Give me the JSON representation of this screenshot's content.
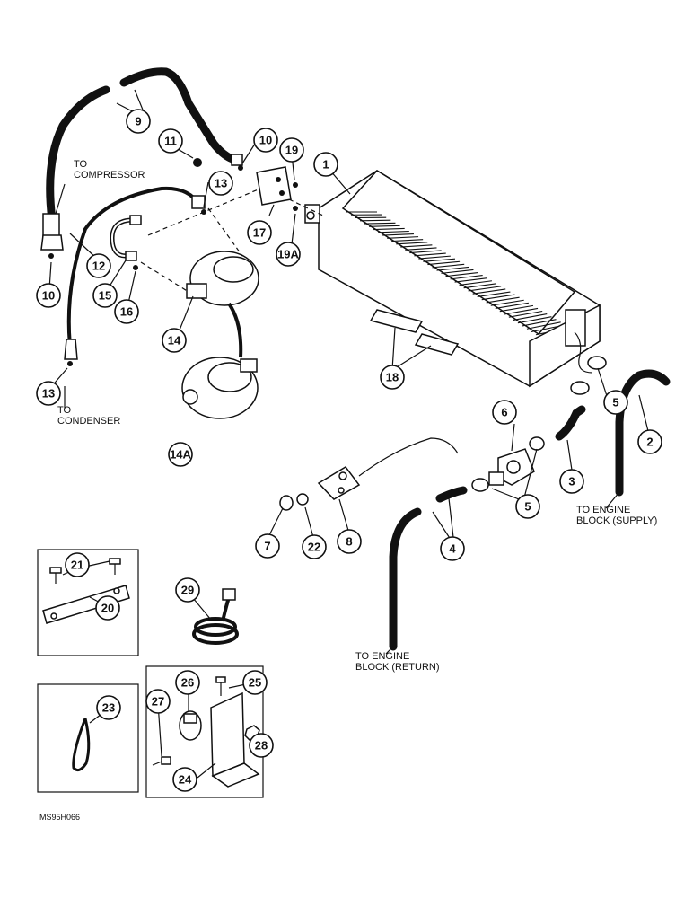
{
  "texts": {
    "to_compressor": [
      "TO",
      "COMPRESSOR"
    ],
    "to_condenser": [
      "TO",
      "CONDENSER"
    ],
    "to_engine_supply": [
      "TO ENGINE",
      "BLOCK (SUPPLY)"
    ],
    "to_engine_return": [
      "TO ENGINE",
      "BLOCK (RETURN)"
    ],
    "figure_code": "MS95H066"
  },
  "callouts": [
    "1",
    "2",
    "3",
    "4",
    "5",
    "5",
    "6",
    "7",
    "8",
    "9",
    "10",
    "10",
    "11",
    "12",
    "13",
    "13",
    "14",
    "14A",
    "15",
    "16",
    "17",
    "18",
    "19",
    "19A",
    "20",
    "21",
    "22",
    "23",
    "24",
    "25",
    "26",
    "27",
    "28",
    "29"
  ]
}
